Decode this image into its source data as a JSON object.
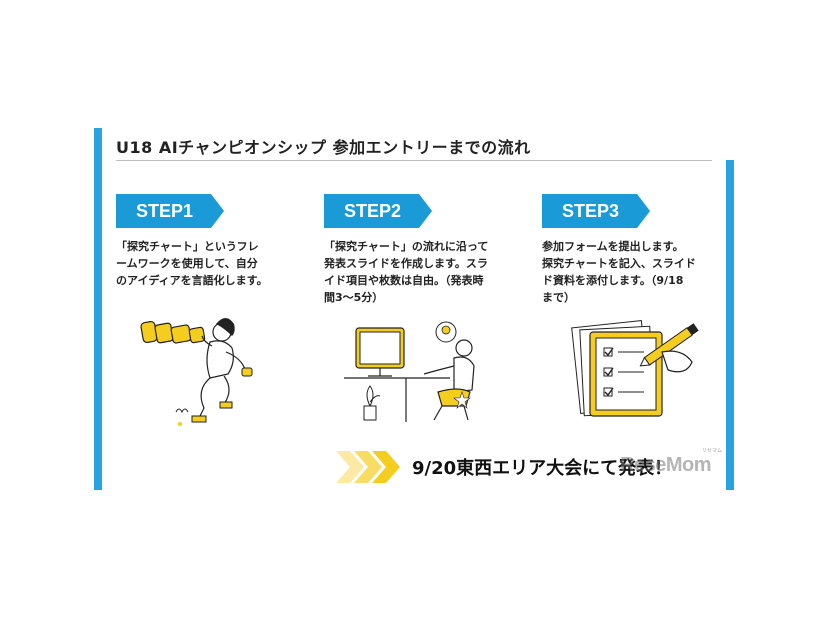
{
  "title": "U18 AIチャンピオンシップ 参加エントリーまでの流れ",
  "steps": [
    {
      "label": "STEP1",
      "text": "「探究チャート」というフレ\nームワークを使用して、自分\nのアイディアを言語化します。"
    },
    {
      "label": "STEP2",
      "text": "「探究チャート」の流れに沿って\n発表スライドを作成します。スラ\nイド項目や枚数は自由。（発表時\n間3〜5分）"
    },
    {
      "label": "STEP3",
      "text": "参加フォームを提出します。\n探究チャートを記入、スライド\nド資料を添付します。（9/18\nまで）"
    }
  ],
  "announcement": "9/20東西エリア大会にて発表！",
  "watermark": {
    "text": "ReseMom",
    "sub": "リセマム"
  },
  "colors": {
    "accent_blue": "#1a9ad6",
    "bar_blue": "#29a3e0",
    "accent_yellow": "#f5cd1f"
  },
  "icons": [
    "telescope-woman-illustration",
    "laptop-man-illustration",
    "checklist-pencil-illustration",
    "chevron-arrows-icon"
  ]
}
